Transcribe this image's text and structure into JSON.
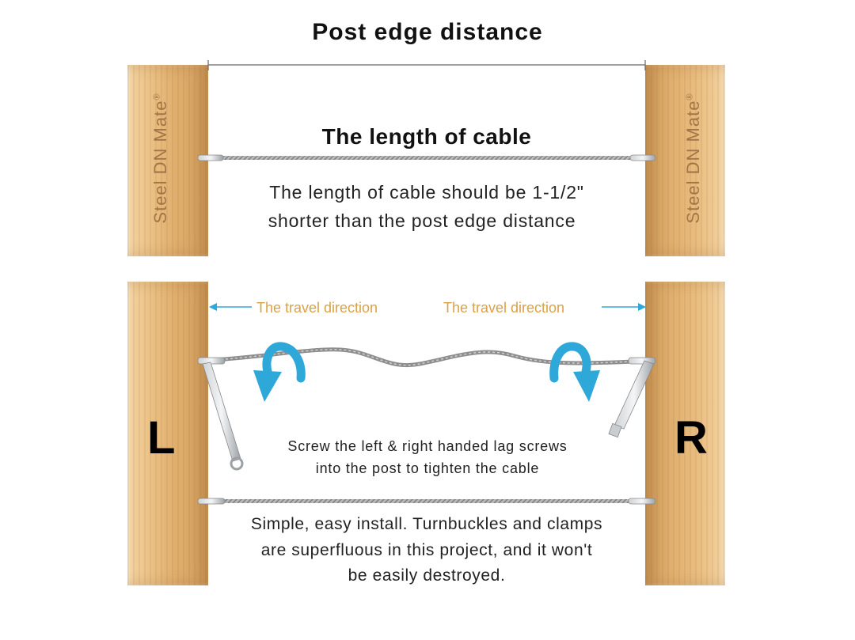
{
  "heading": "Post edge distance",
  "brand": {
    "text": "Steel DN Mate",
    "mark": "®"
  },
  "top_panel": {
    "title": "The length of cable",
    "note_line1": "The length of cable should be 1-1/2\"",
    "note_line2": "shorter than the post edge distance"
  },
  "bottom_panel": {
    "travel_left": "The travel direction",
    "travel_right": "The travel direction",
    "left_label": "L",
    "right_label": "R",
    "instruction_line1": "Screw the left & right handed lag screws",
    "instruction_line2": "into the post to tighten the cable",
    "summary_line1": "Simple, easy install. Turnbuckles and clamps",
    "summary_line2": "are superfluous in this project, and it won't",
    "summary_line3": "be easily destroyed."
  },
  "colors": {
    "arrow": "#2ea8d8",
    "travel_text": "#d9a24a",
    "wood": "#e3b272",
    "cable": "#9a9a9a"
  },
  "icons": [
    "rotate-arrow-icon",
    "direction-arrow-icon",
    "lag-screw-icon"
  ]
}
